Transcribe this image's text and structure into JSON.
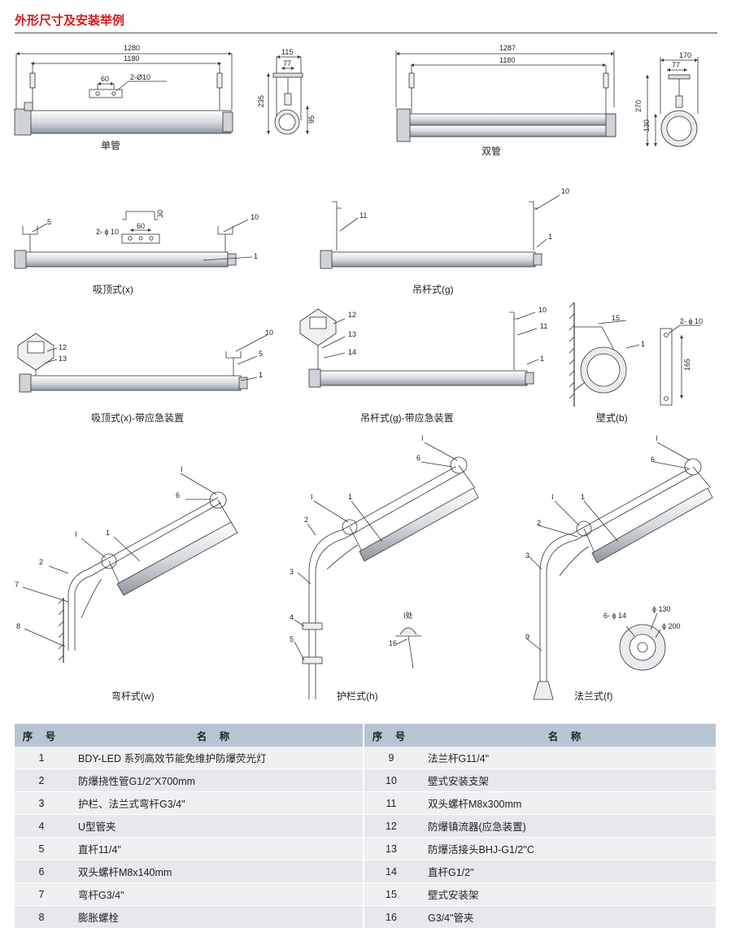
{
  "header": {
    "title": "外形尺寸及安装举例"
  },
  "dims": {
    "single": {
      "overall": "1280",
      "inner": "1180",
      "hole_spacing": "60",
      "hole_label": "2-Ø10",
      "side_w": "115",
      "side_w2": "77",
      "side_h": "235",
      "side_h2": "95"
    },
    "double": {
      "overall": "1287",
      "inner": "1180",
      "side_w": "170",
      "side_w2": "77",
      "side_h": "270",
      "side_h2": "130"
    },
    "ceiling": {
      "bracket_h": "30",
      "hole_spacing": "60",
      "hole_label": "2- ϕ 10"
    },
    "wall": {
      "hole_label": "2- ϕ 10",
      "height": "165"
    },
    "flange": {
      "holes": "6- ϕ 14",
      "d1": "ϕ 130",
      "d2": "ϕ 200"
    },
    "detail": "I处"
  },
  "captions": {
    "single": "单管",
    "double": "双管",
    "ceiling_x": "吸顶式(x)",
    "pendant_g": "吊杆式(g)",
    "ceiling_x_em": "吸顶式(x)-带应急装置",
    "pendant_g_em": "吊杆式(g)-带应急装置",
    "wall_b": "壁式(b)",
    "bent_w": "弯杆式(w)",
    "rail_h": "护栏式(h)",
    "flange_f": "法兰式(f)"
  },
  "callouts": [
    "1",
    "2",
    "3",
    "4",
    "5",
    "6",
    "7",
    "8",
    "9",
    "10",
    "11",
    "12",
    "13",
    "14",
    "15",
    "16",
    "I"
  ],
  "table": {
    "headers": {
      "no": "序 号",
      "name": "名 称"
    },
    "rows": [
      {
        "no_l": "1",
        "name_l": "BDY-LED 系列高效节能免维护防爆荧光灯",
        "no_r": "9",
        "name_r": "法兰杆G11/4\""
      },
      {
        "no_l": "2",
        "name_l": "防爆挠性管G1/2\"X700mm",
        "no_r": "10",
        "name_r": "壁式安装支架"
      },
      {
        "no_l": "3",
        "name_l": "护栏、法兰式弯杆G3/4\"",
        "no_r": "11",
        "name_r": "双头螺杆M8x300mm"
      },
      {
        "no_l": "4",
        "name_l": "U型管夹",
        "no_r": "12",
        "name_r": "防爆镇流器(应急装置)"
      },
      {
        "no_l": "5",
        "name_l": "直杆11/4\"",
        "no_r": "13",
        "name_r": "防爆活接头BHJ-G1/2\"C"
      },
      {
        "no_l": "6",
        "name_l": "双头螺杆M8x140mm",
        "no_r": "14",
        "name_r": "直杆G1/2\""
      },
      {
        "no_l": "7",
        "name_l": "弯杆G3/4\"",
        "no_r": "15",
        "name_r": "壁式安装架"
      },
      {
        "no_l": "8",
        "name_l": "膨胀螺栓",
        "no_r": "16",
        "name_r": "G3/4\"管夹"
      }
    ]
  }
}
